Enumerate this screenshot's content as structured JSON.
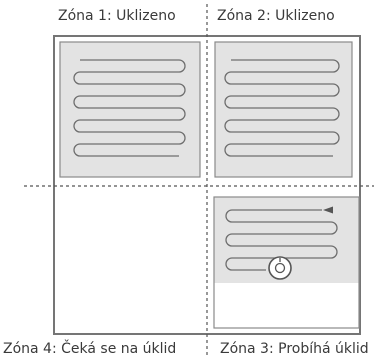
{
  "zones": [
    {
      "id": 1,
      "label": "Zóna 1: Uklizeno",
      "status": "cleaned"
    },
    {
      "id": 2,
      "label": "Zóna 2: Uklizeno",
      "status": "cleaned"
    },
    {
      "id": 3,
      "label": "Zóna 3: Probíhá úklid",
      "status": "cleaning"
    },
    {
      "id": 4,
      "label": "Zóna 4: Čeká se na úklid",
      "status": "waiting"
    }
  ],
  "colors": {
    "border": "#757575",
    "cleaned_fill": "#e3e3e3",
    "path_stroke": "#6e6e6e",
    "divider": "#555555"
  },
  "icons": {
    "robot": "robot-vacuum-icon",
    "direction": "direction-arrow-icon"
  }
}
